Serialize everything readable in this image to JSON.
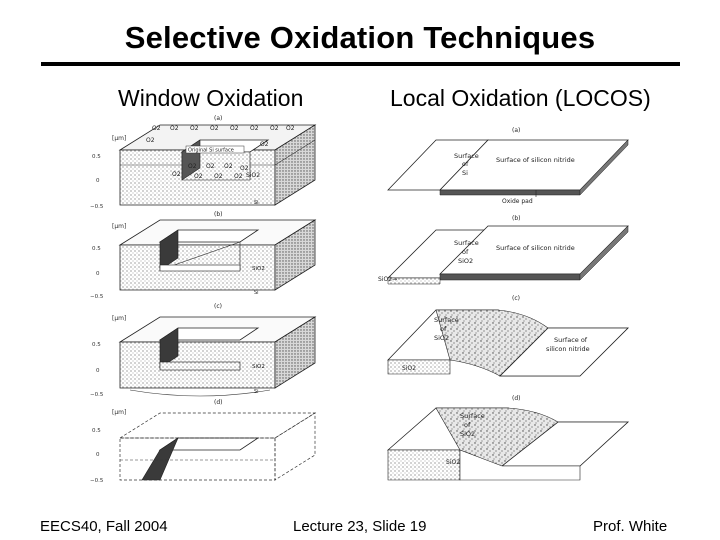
{
  "slide": {
    "title": "Selective Oxidation Techniques",
    "left_heading": "Window Oxidation",
    "right_heading": "Local Oxidation (LOCOS)"
  },
  "window_figure": {
    "panel_letters": [
      "(a)",
      "(b)",
      "(c)",
      "(d)"
    ],
    "axis_unit": "[μm]",
    "tick_labels": [
      "0.5",
      "0",
      "−0.5"
    ],
    "o2_label": "O2",
    "window_label": "Original Si surface",
    "sio2_label": "SiO2",
    "si_label": "Si"
  },
  "locos_figure": {
    "panel_letters": [
      "(a)",
      "(b)",
      "(c)",
      "(d)"
    ],
    "surface_si": [
      "Surface",
      "of",
      "Si"
    ],
    "surface_nitride": "Surface of silicon nitride",
    "oxide_pad": "Oxide pad",
    "surface_sio2": [
      "Surface",
      "of",
      "SiO2"
    ],
    "sio2_arrow": "SiO2→",
    "surface_sio2_c": [
      "Surface",
      "of",
      "SiO2"
    ],
    "surface_nitride_c": [
      "Surface of",
      "silicon nitride"
    ],
    "sio2_label": "SiO2",
    "surface_sio2_d": [
      "Surface",
      "of",
      "SiO2"
    ]
  },
  "footer": {
    "course": "EECS40, Fall 2004",
    "slide_number": "Lecture 23, Slide 19",
    "author": "Prof. White"
  },
  "colors": {
    "background": "#ffffff",
    "text": "#000000",
    "rule": "#000000"
  }
}
